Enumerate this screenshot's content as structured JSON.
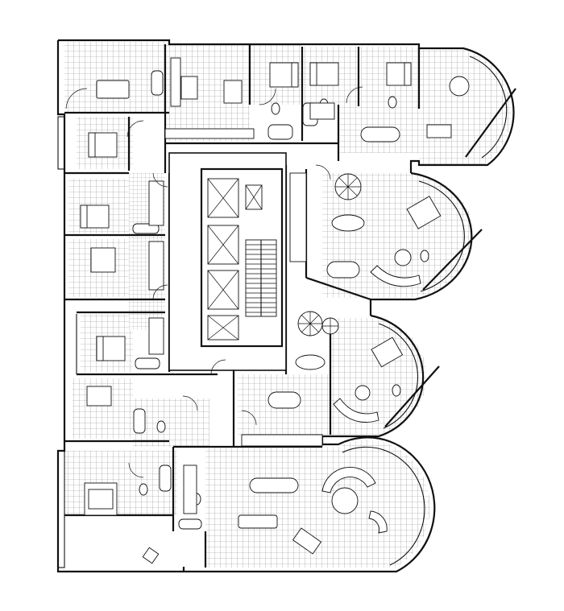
{
  "diagram": {
    "kind": "architectural-floor-plan",
    "colors": {
      "background": "#ffffff",
      "line": "#111111",
      "hatch": "#8a8a8a"
    },
    "elevator_count": 3,
    "round_rooms": 4,
    "icons": [
      "bed-icon",
      "bathtub-icon",
      "toilet-icon",
      "sofa-icon",
      "dining-table-icon",
      "elevator-icon",
      "stair-icon",
      "spiral-stair-icon"
    ]
  }
}
